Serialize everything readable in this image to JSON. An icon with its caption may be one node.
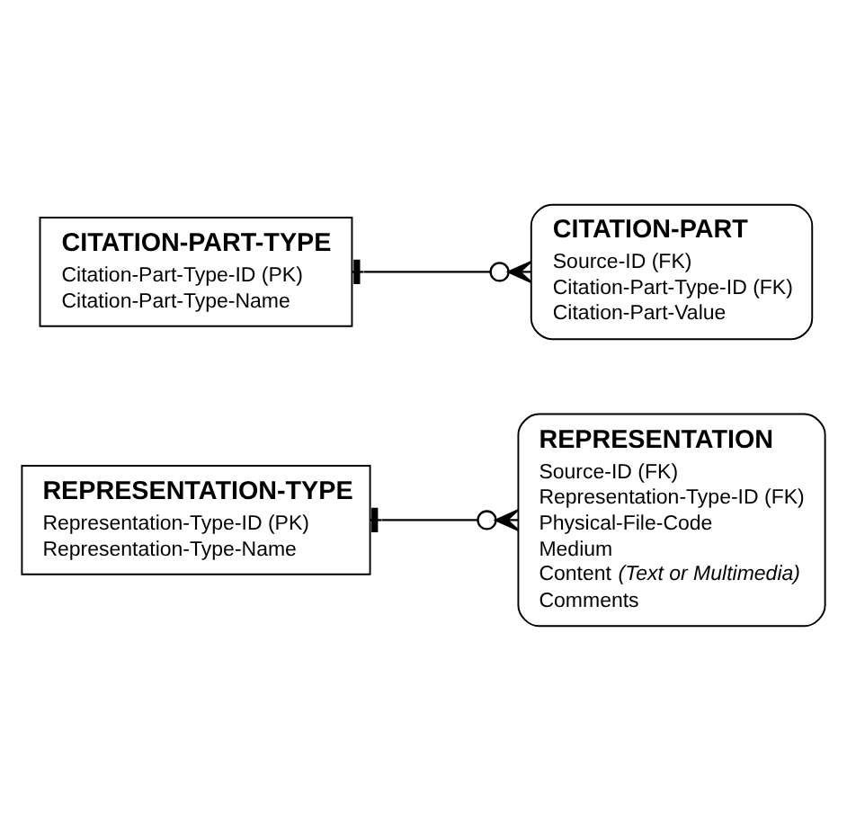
{
  "diagram": {
    "nodes": [
      {
        "text": [
          "REPRESENTATION-TYPE",
          "Representation-Type-ID (PK)",
          "Representation-Type-Name"
        ]
      },
      {
        "text": [
          "REPRESENTATION",
          "Source-ID (FK)",
          "Representation-Type-ID (FK)",
          "Physical-File-Code",
          "Medium",
          "Content *(Text or Multimedia)*",
          "Comments"
        ]
      },
      {
        "text": [
          "CITATION-PART-TYPE",
          "Citation-Part-Type-ID (PK)",
          "Citation-Part-Type-Name"
        ]
      },
      {
        "text": [
          "CITATION-PART",
          "Source-ID (FK)",
          "Citation-Part-Type-ID (FK)",
          "Citation-Part-Value"
        ]
      }
    ],
    "edges": [
      {
        "from": 0,
        "to": 1,
        "arrow": "other"
      },
      {
        "from": 2,
        "to": 3,
        "arrow": "other"
      }
    ]
  }
}
